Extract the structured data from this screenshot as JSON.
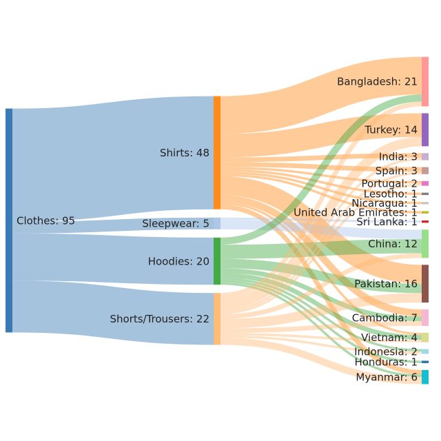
{
  "chart_data": {
    "type": "sankey",
    "title": "",
    "nodes": [
      {
        "id": "clothes",
        "label": "Clothes: 95",
        "column": 0,
        "color": "#3a7bb5"
      },
      {
        "id": "shirts",
        "label": "Shirts: 48",
        "column": 1,
        "color": "#ff8c1a"
      },
      {
        "id": "sleepwear",
        "label": "Sleepwear: 5",
        "column": 1,
        "color": "#aec7e8"
      },
      {
        "id": "hoodies",
        "label": "Hoodies: 20",
        "column": 1,
        "color": "#44aa44"
      },
      {
        "id": "shorts",
        "label": "Shorts/Trousers: 22",
        "column": 1,
        "color": "#ffbb78"
      },
      {
        "id": "bangladesh",
        "label": "Bangladesh: 21",
        "column": 2,
        "color": "#ff9896"
      },
      {
        "id": "turkey",
        "label": "Turkey: 14",
        "column": 2,
        "color": "#9467bd"
      },
      {
        "id": "india",
        "label": "India: 3",
        "column": 2,
        "color": "#c5b0d5"
      },
      {
        "id": "spain",
        "label": "Spain: 3",
        "column": 2,
        "color": "#c49c94"
      },
      {
        "id": "portugal",
        "label": "Portugal: 2",
        "column": 2,
        "color": "#e377c2"
      },
      {
        "id": "lesotho",
        "label": "Lesotho: 1",
        "column": 2,
        "color": "#7f7f7f"
      },
      {
        "id": "nicaragua",
        "label": "Nicaragua: 1",
        "column": 2,
        "color": "#c7c7c7"
      },
      {
        "id": "uae",
        "label": "United Arab Emirates: 1",
        "column": 2,
        "color": "#bcbd22"
      },
      {
        "id": "srilanka",
        "label": "Sri Lanka: 1",
        "column": 2,
        "color": "#d62728"
      },
      {
        "id": "china",
        "label": "China: 12",
        "column": 2,
        "color": "#98df8a"
      },
      {
        "id": "pakistan",
        "label": "Pakistan: 16",
        "column": 2,
        "color": "#8c564b"
      },
      {
        "id": "cambodia",
        "label": "Cambodia: 7",
        "column": 2,
        "color": "#f7b6d2"
      },
      {
        "id": "vietnam",
        "label": "Vietnam: 4",
        "column": 2,
        "color": "#dbdb8d"
      },
      {
        "id": "indonesia",
        "label": "Indonesia: 2",
        "column": 2,
        "color": "#9edae5"
      },
      {
        "id": "honduras",
        "label": "Honduras: 1",
        "column": 2,
        "color": "#1f77b4"
      },
      {
        "id": "myanmar",
        "label": "Myanmar: 6",
        "column": 2,
        "color": "#17becf"
      }
    ],
    "links": [
      {
        "source": "clothes",
        "target": "shirts",
        "value": 48
      },
      {
        "source": "clothes",
        "target": "sleepwear",
        "value": 5
      },
      {
        "source": "clothes",
        "target": "hoodies",
        "value": 20
      },
      {
        "source": "clothes",
        "target": "shorts",
        "value": 22
      },
      {
        "source": "shirts",
        "target": "bangladesh",
        "value": 16
      },
      {
        "source": "shirts",
        "target": "turkey",
        "value": 10
      },
      {
        "source": "shirts",
        "target": "india",
        "value": 2
      },
      {
        "source": "shirts",
        "target": "spain",
        "value": 2
      },
      {
        "source": "shirts",
        "target": "portugal",
        "value": 1
      },
      {
        "source": "shirts",
        "target": "lesotho",
        "value": 1
      },
      {
        "source": "shirts",
        "target": "nicaragua",
        "value": 1
      },
      {
        "source": "shirts",
        "target": "uae",
        "value": 1
      },
      {
        "source": "shirts",
        "target": "pakistan",
        "value": 8
      },
      {
        "source": "shirts",
        "target": "cambodia",
        "value": 3
      },
      {
        "source": "shirts",
        "target": "vietnam",
        "value": 1
      },
      {
        "source": "shirts",
        "target": "myanmar",
        "value": 2
      },
      {
        "source": "sleepwear",
        "target": "srilanka",
        "value": 1
      },
      {
        "source": "sleepwear",
        "target": "china",
        "value": 4
      },
      {
        "source": "hoodies",
        "target": "bangladesh",
        "value": 3
      },
      {
        "source": "hoodies",
        "target": "china",
        "value": 6
      },
      {
        "source": "hoodies",
        "target": "pakistan",
        "value": 4
      },
      {
        "source": "hoodies",
        "target": "cambodia",
        "value": 2
      },
      {
        "source": "hoodies",
        "target": "vietnam",
        "value": 2
      },
      {
        "source": "hoodies",
        "target": "indonesia",
        "value": 1
      },
      {
        "source": "hoodies",
        "target": "honduras",
        "value": 1
      },
      {
        "source": "hoodies",
        "target": "myanmar",
        "value": 1
      },
      {
        "source": "shorts",
        "target": "bangladesh",
        "value": 2
      },
      {
        "source": "shorts",
        "target": "turkey",
        "value": 4
      },
      {
        "source": "shorts",
        "target": "india",
        "value": 1
      },
      {
        "source": "shorts",
        "target": "spain",
        "value": 1
      },
      {
        "source": "shorts",
        "target": "portugal",
        "value": 1
      },
      {
        "source": "shorts",
        "target": "china",
        "value": 2
      },
      {
        "source": "shorts",
        "target": "pakistan",
        "value": 4
      },
      {
        "source": "shorts",
        "target": "cambodia",
        "value": 2
      },
      {
        "source": "shorts",
        "target": "vietnam",
        "value": 1
      },
      {
        "source": "shorts",
        "target": "indonesia",
        "value": 1
      },
      {
        "source": "shorts",
        "target": "myanmar",
        "value": 3
      }
    ]
  }
}
